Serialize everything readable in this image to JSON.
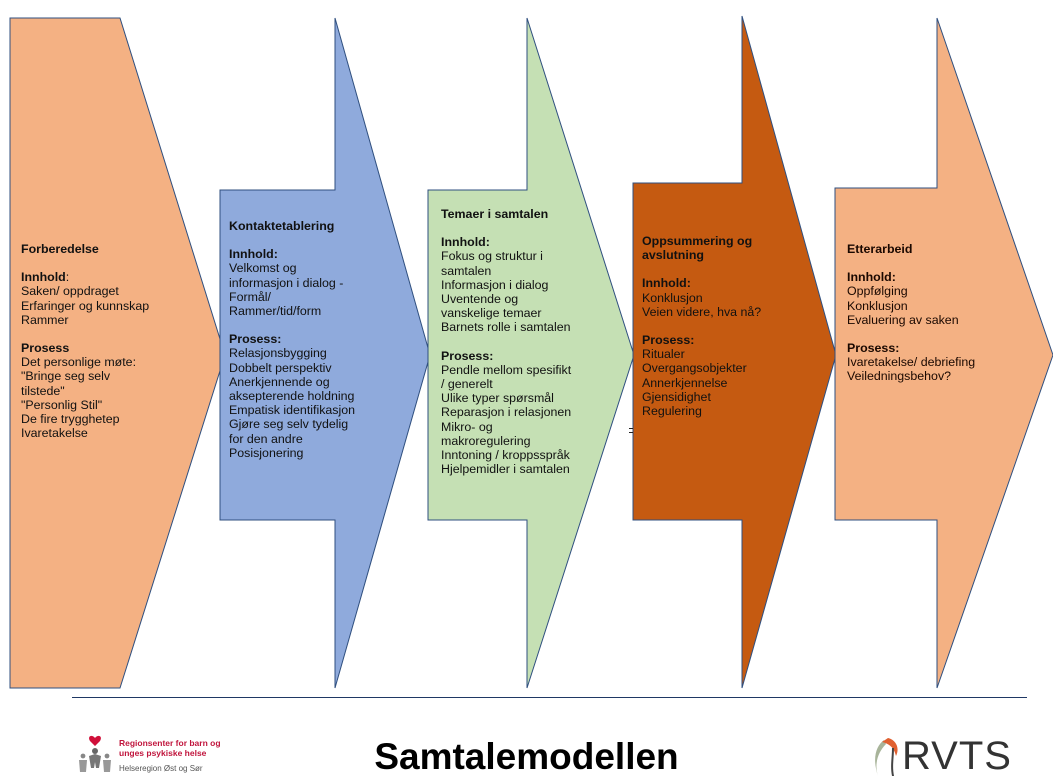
{
  "stages": [
    {
      "title": "Forberedelse",
      "innhold_label": "Innhold",
      "innhold_colon": ":",
      "innhold": [
        "Saken/ oppdraget",
        "Erfaringer og kunnskap",
        "Rammer"
      ],
      "prosess_label": "Prosess",
      "prosess": [
        "Det personlige møte:",
        "\"Bringe seg selv",
        "tilstede\"",
        "\"Personlig Stil\"",
        "De fire trygghetер",
        "Ivaretakelse"
      ],
      "color": "#f4b183"
    },
    {
      "title": "Kontaktetablering",
      "innhold_label": "Innhold:",
      "innhold": [
        "Velkomst og",
        "informasjon i dialog -",
        "Formål/",
        "Rammer/tid/form"
      ],
      "prosess_label": "Prosess:",
      "prosess": [
        "Relasjonsbygging",
        "Dobbelt perspektiv",
        "Anerkjennende og",
        "aksepterende  holdning",
        "Empatisk identifikasjon",
        "Gjøre seg selv tydelig",
        "for den andre",
        "Posisjonering"
      ],
      "color": "#8faadc"
    },
    {
      "title": "Temaer i samtalen",
      "innhold_label": "Innhold:",
      "innhold": [
        "Fokus og struktur i",
        "samtalen",
        "Informasjon i dialog",
        "Uventende og",
        "vanskelige temaer",
        "Barnets rolle i samtalen"
      ],
      "prosess_label": "Prosess:",
      "prosess": [
        "Pendle mellom spesifikt",
        "/ generelt",
        "Ulike typer spørsmål",
        "Reparasjon i relasjonen",
        "Mikro- og",
        "makroregulering",
        "Inntoning / kroppsspråk",
        "Hjelpemidler i samtalen"
      ],
      "color": "#c5e0b4"
    },
    {
      "title_line1": "Oppsummering og",
      "title_line2": "avslutning",
      "innhold_label": "Innhold:",
      "innhold": [
        "Konklusjon",
        "Veien videre, hva nå?"
      ],
      "prosess_label": "Prosess:",
      "prosess": [
        "Ritualer",
        "Overgangsobjekter",
        "Annerkjennelse",
        "Gjensidighet",
        "Regulering"
      ],
      "color": "#c55a11"
    },
    {
      "title": "Etterarbeid",
      "innhold_label": "Innhold:",
      "innhold": [
        "Oppfølging",
        "Konklusjon",
        "Evaluering av saken"
      ],
      "prosess_label": "Prosess:",
      "prosess": [
        "Ivaretakelse/ debriefing",
        "Veiledningsbehov?"
      ],
      "color": "#f4b183"
    }
  ],
  "footer": {
    "title": "Samtalemodellen",
    "org_line1": "Regionsenter for barn og",
    "org_line2": "unges psykiske helse",
    "org_line3": "Helseregion Øst og Sør",
    "logo_right": "RVTS"
  }
}
